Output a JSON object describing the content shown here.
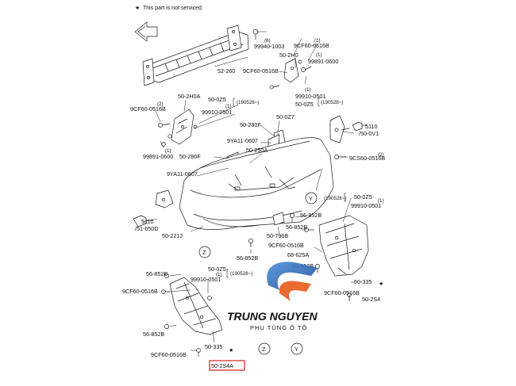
{
  "header": {
    "note_symbol": "★",
    "note_text": "This part is not serviced."
  },
  "labels": {
    "l_99940_1003": "99940-1003",
    "l_qty8": "(8)",
    "l_9cf60_a": "9CF60-0516B",
    "l_qty1_a": "(1)",
    "l_50_2h0": "50-2H0",
    "l_99891_0600_a": "99891-0600",
    "l_qty1_b": "(1)",
    "l_9cf60_b": "9CF60-0516B",
    "l_99910_0501_a": "99910-0501",
    "l_qty1_c": "(1)",
    "l_50_0z5_a": "50-0Z5",
    "l_190528a": "(190528~)",
    "l_52_260": "52-260",
    "l_50_2h0a": "50-2H0A",
    "l_50_0z5_b": "50-0Z5",
    "l_190528b": "(190528~)",
    "l_99910_0501_b": "99910-0501",
    "l_qty1_d": "(1)",
    "l_9cf60_c": "9CF60-0516B",
    "l_qty2_a": "(2)",
    "l_99891_0600_b": "99891-0600",
    "l_qty1_e": "(1)",
    "l_50_0z7": "50-0Z7",
    "l_50_280f_a": "50-280F",
    "l_9ya11_a": "9YA11-0607",
    "l_50_250a": "50-250A",
    "l_50_280f_b": "50-280F",
    "l_9ya11_b": "9YA11-0607",
    "l_5110_a": "5110",
    "l_50_0v1": "/50-0V1",
    "l_9cs60": "9CS60-0516B",
    "l_qty2_b": "(2)",
    "l_y_a": "Y",
    "l_190528c": "(190528~)",
    "l_50_0z5_c": "50-0Z5",
    "l_99910_0501_c": "99910-0501",
    "l_qty1_f": "(1)",
    "l_5110_b": "5110",
    "l_51_650d": "/51-650D",
    "l_50_221j": "50-221J",
    "l_56_852b_a": "56-852B",
    "l_56_852b_b": "56-852B",
    "l_50_796b": "50-796B",
    "l_9cf60_d": "9CF60-0516B",
    "l_68_625a": "68-625A",
    "l_56_852b_c": "56-852B",
    "l_z_a": "Z",
    "l_56_852b_d": "56-852B",
    "l_50_0z5_d": "50-0Z5",
    "l_190528d": "(190528~)",
    "l_56_852b_e": "56-852B",
    "l_99910_0501_d": "99910-0501",
    "l_qty1_g": "(1)",
    "l_9cf60_e": "9CF60-0516B",
    "l_z_b": "Z",
    "l_y_b": "Y",
    "l_50_335_a": "50-335",
    "l_9cf60_f": "9CF60-0516B",
    "l_50_2s4": "50-2S4",
    "l_56_852b_f": "56-852B",
    "l_50_335_b": "50-335",
    "l_9cf60_g": "9CF60-0516B",
    "l_50_2s4a": "50-2S4A"
  },
  "watermark": {
    "brand": "TRUNG NGUYEN",
    "tagline": "PHỤ TÙNG Ô TÔ",
    "brand_color": "#2a63b0",
    "accent_color": "#e85a1a"
  },
  "colors": {
    "line": "#1a1a1a",
    "highlight_box": "#d21f1f"
  }
}
